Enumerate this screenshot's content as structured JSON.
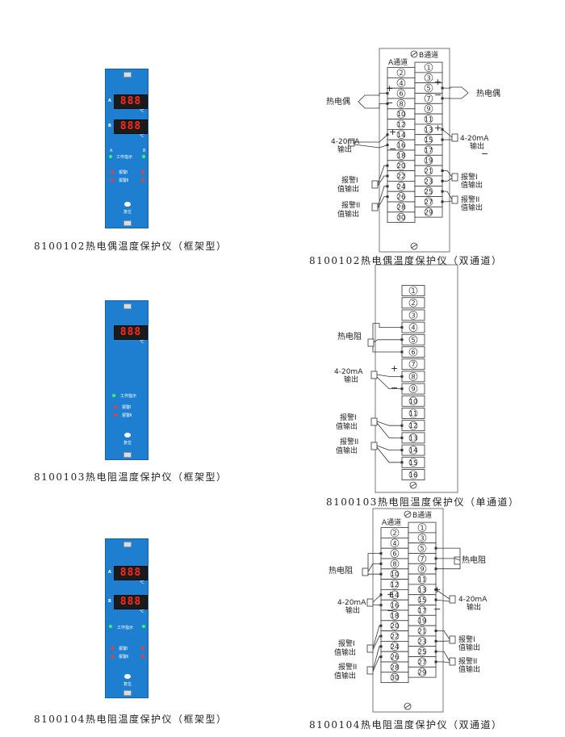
{
  "panels": [
    {
      "display_a": "888",
      "display_b": "888",
      "ch_a": "A",
      "ch_b": "B",
      "unit": "℃",
      "work": "工作指示",
      "alarm1": "报警Ⅰ",
      "alarm2": "报警Ⅱ",
      "reset": "复位",
      "caption": "8100102热电偶温度保护仪（框架型）"
    },
    {
      "display_a": "888",
      "unit": "℃",
      "work": "工作指示",
      "alarm1": "报警Ⅰ",
      "alarm2": "报警Ⅱ",
      "reset": "复位",
      "caption": "8100103热电阻温度保护仪（框架型）"
    },
    {
      "display_a": "888",
      "display_b": "888",
      "ch_a": "A",
      "ch_b": "B",
      "unit": "℃",
      "work": "工作指示",
      "alarm1": "报警Ⅰ",
      "alarm2": "报警Ⅱ",
      "reset": "复位",
      "caption": "8100104热电阻温度保护仪（框架型）"
    }
  ],
  "diagrams": [
    {
      "caption": "8100102热电偶温度保护仪（双通道）",
      "channel_a": "A通道",
      "channel_b": "B通道",
      "sensor_left": "热电偶",
      "sensor_right": "热电偶",
      "output_left_1": "4-20mA",
      "output_left_2": "输出",
      "output_right_1": "4-20mA",
      "output_right_2": "输出",
      "alarm1_1": "报警Ⅰ",
      "alarm1_2": "值输出",
      "alarm2_1": "报警ⅠⅠ",
      "alarm2_2": "值输出",
      "plus": "+",
      "minus": "−",
      "left_terminals": [
        "2",
        "4",
        "6",
        "8",
        "10",
        "12",
        "14",
        "16",
        "18",
        "20",
        "22",
        "24",
        "26",
        "28",
        "30"
      ],
      "right_terminals": [
        "1",
        "3",
        "5",
        "7",
        "9",
        "11",
        "13",
        "15",
        "17",
        "19",
        "21",
        "23",
        "25",
        "27",
        "29"
      ]
    },
    {
      "caption": "8100103热电阻温度保护仪（单通道）",
      "sensor": "热电阻",
      "output_1": "4-20mA",
      "output_2": "输出",
      "alarm1_1": "报警Ⅰ",
      "alarm1_2": "值输出",
      "alarm2_1": "报警ⅠⅠ",
      "alarm2_2": "值输出",
      "plus": "+",
      "minus": "−",
      "terminals": [
        "1",
        "2",
        "3",
        "4",
        "5",
        "6",
        "7",
        "8",
        "9",
        "10",
        "11",
        "12",
        "13",
        "14",
        "15",
        "16"
      ]
    },
    {
      "caption": "8100104热电阻温度保护仪（双通道）",
      "channel_a": "A通道",
      "channel_b": "B通道",
      "sensor_left": "热电阻",
      "sensor_right": "热电阻",
      "output_left_1": "4-20mA",
      "output_left_2": "输出",
      "output_right_1": "4-20mA",
      "output_right_2": "输出",
      "alarm1_1": "报警Ⅰ",
      "alarm1_2": "值输出",
      "alarm2_1": "报警ⅠⅠ",
      "alarm2_2": "值输出",
      "plus": "+",
      "minus": "−",
      "left_terminals": [
        "2",
        "4",
        "6",
        "8",
        "10",
        "12",
        "14",
        "16",
        "18",
        "20",
        "22",
        "24",
        "26",
        "28",
        "30"
      ],
      "right_terminals": [
        "1",
        "3",
        "5",
        "7",
        "9",
        "11",
        "13",
        "15",
        "17",
        "19",
        "21",
        "23",
        "25",
        "27",
        "29"
      ]
    }
  ]
}
